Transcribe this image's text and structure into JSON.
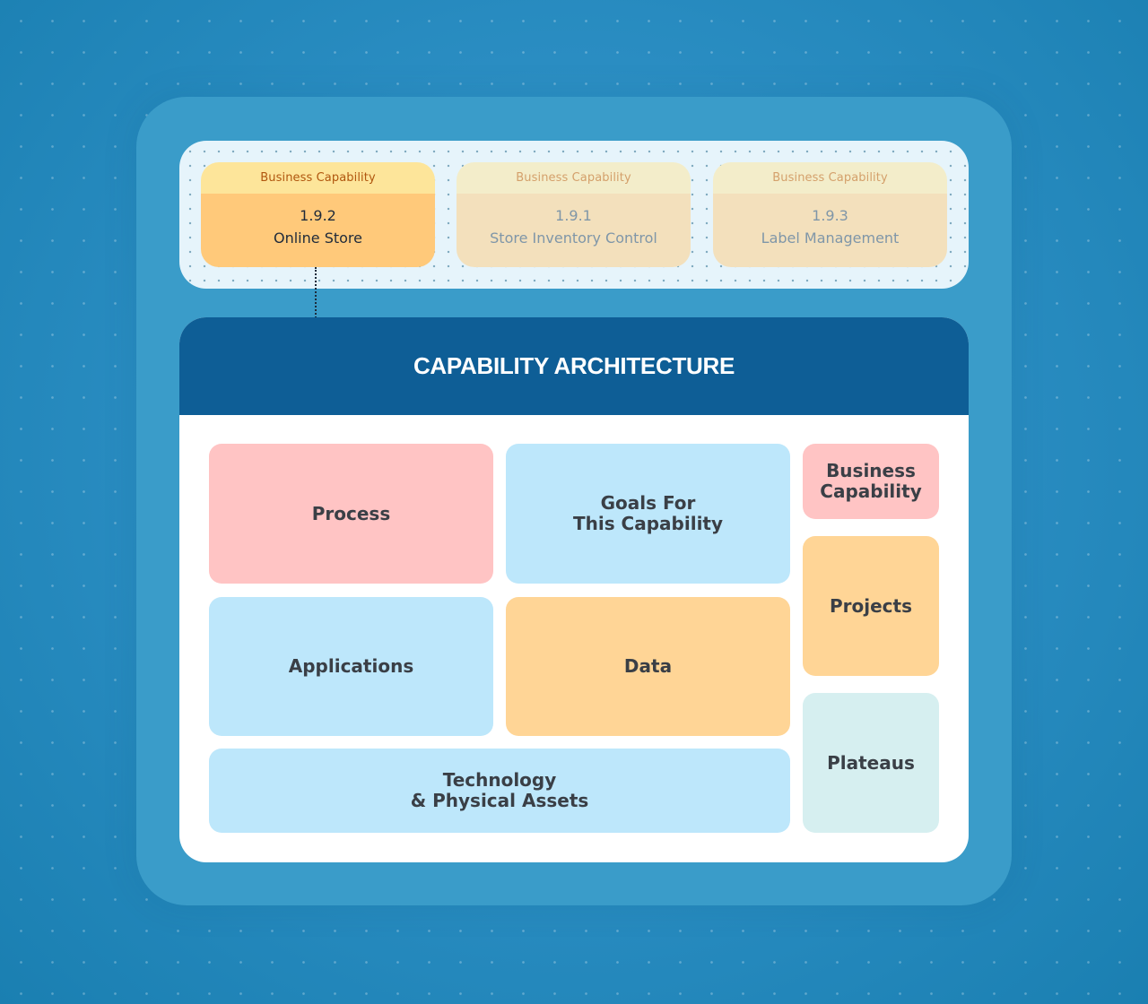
{
  "capability_strip": {
    "cards": [
      {
        "header": "Business Capability",
        "code": "1.9.2",
        "name": "Online Store",
        "state": "active"
      },
      {
        "header": "Business Capability",
        "code": "1.9.1",
        "name": "Store Inventory Control",
        "state": "inactive"
      },
      {
        "header": "Business Capability",
        "code": "1.9.3",
        "name": "Label Management",
        "state": "inactive"
      }
    ]
  },
  "architecture": {
    "title": "CAPABILITY ARCHITECTURE",
    "tiles": {
      "process": "Process",
      "goals_line1": "Goals For",
      "goals_line2": "This Capability",
      "business_capability_line1": "Business",
      "business_capability_line2": "Capability",
      "applications": "Applications",
      "data": "Data",
      "projects": "Projects",
      "technology_line1": "Technology",
      "technology_line2": "& Physical Assets",
      "plateaus": "Plateaus"
    }
  },
  "colors": {
    "background": "#1f86b8",
    "header": "#0e5e96",
    "pink": "#ffc4c4",
    "blue": "#bde7fb",
    "orange": "#ffd596",
    "mint": "#d6eff0",
    "active_card": "#ffc97a"
  }
}
